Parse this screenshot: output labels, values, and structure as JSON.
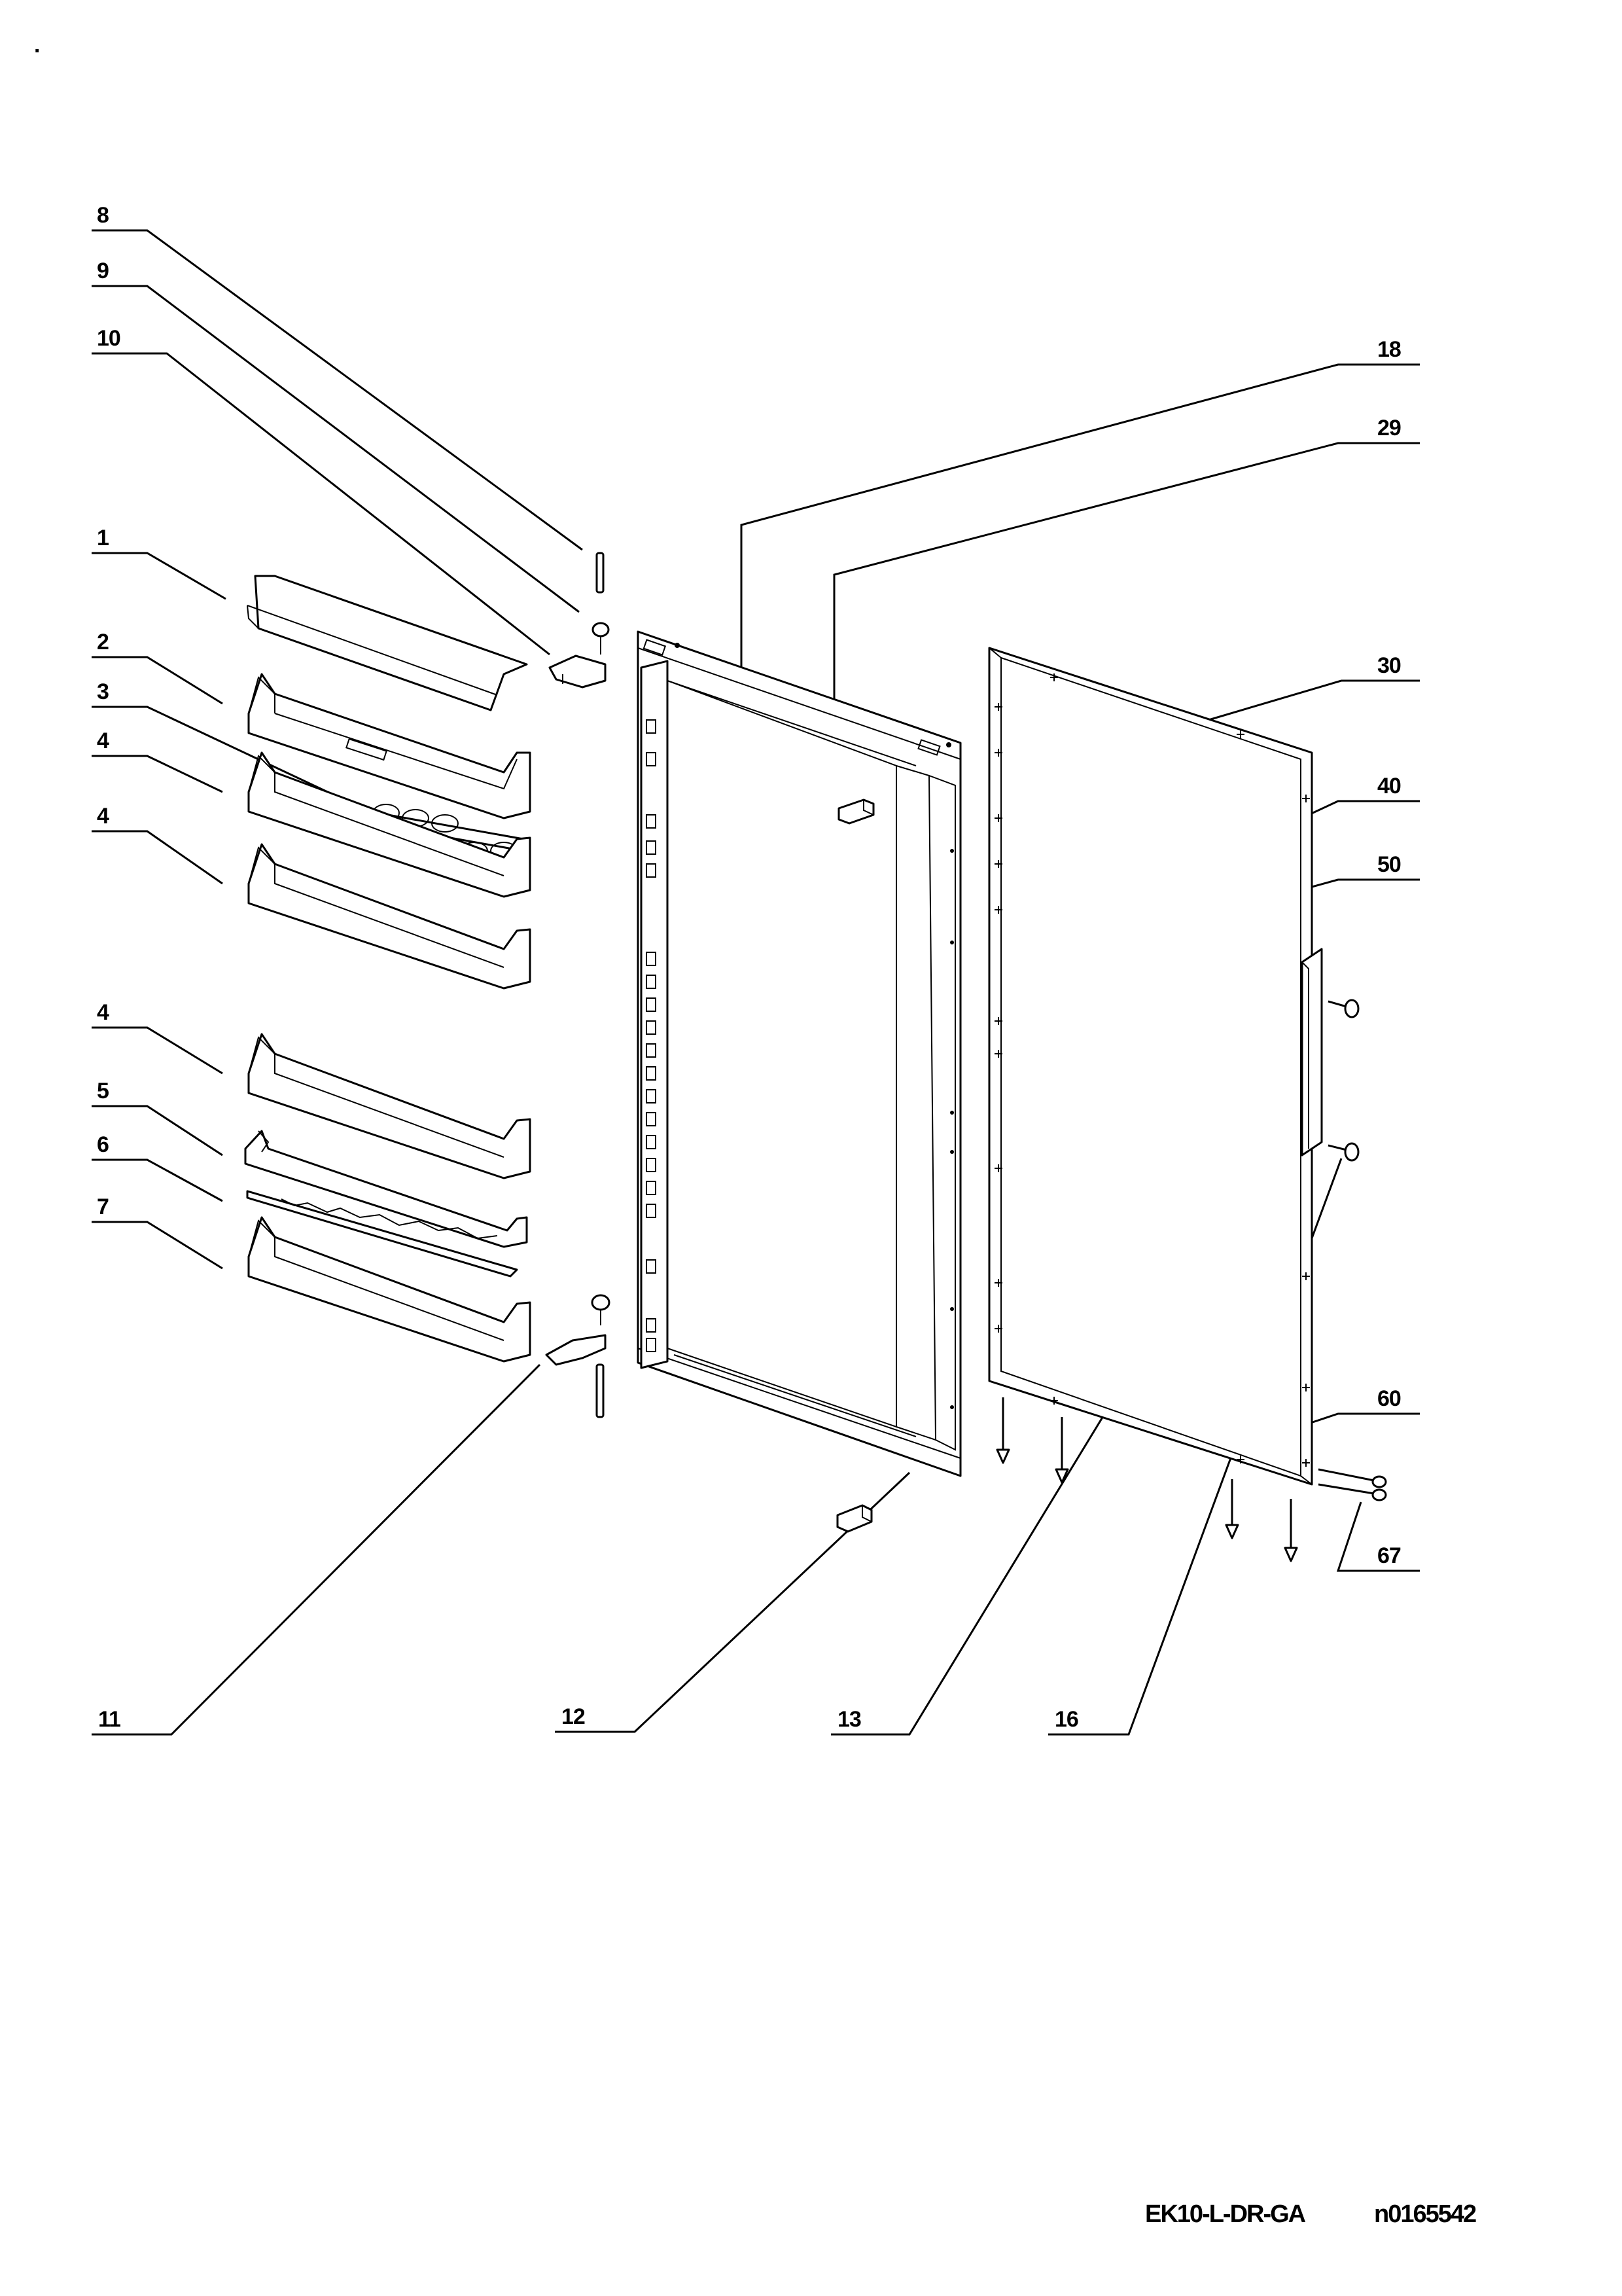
{
  "labels": {
    "p1": "1",
    "p2": "2",
    "p3": "3",
    "p4a": "4",
    "p4b": "4",
    "p4c": "4",
    "p5": "5",
    "p6": "6",
    "p7": "7",
    "p8": "8",
    "p9": "9",
    "p10": "10",
    "p11": "11",
    "p12": "12",
    "p13": "13",
    "p16": "16",
    "p18": "18",
    "p29": "29",
    "p30": "30",
    "p40": "40",
    "p50": "50",
    "p60": "60",
    "p67": "67"
  },
  "footer": {
    "model": "EK10-L-DR-GA",
    "code": "n0165542"
  },
  "corner_mark": "."
}
